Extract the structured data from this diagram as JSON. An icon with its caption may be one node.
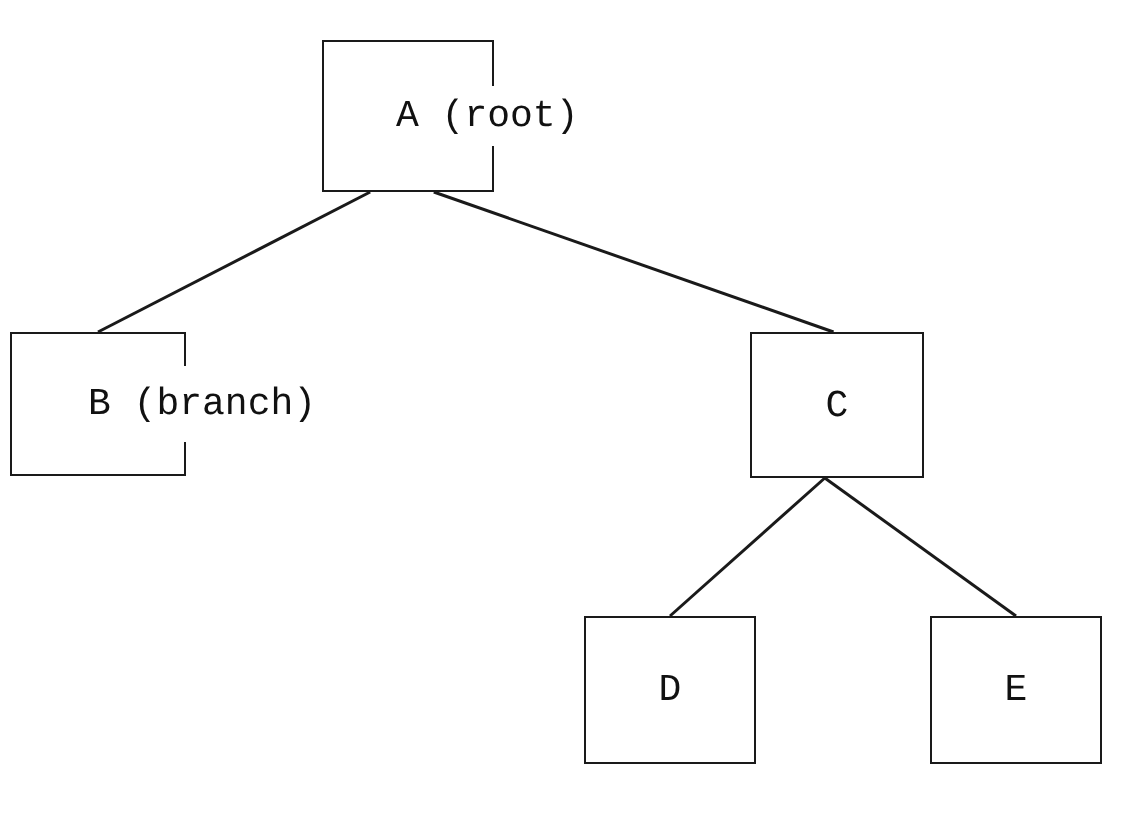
{
  "diagram": {
    "nodes": [
      {
        "text": [
          "A (root)"
        ]
      },
      {
        "text": [
          "B (branch)"
        ]
      },
      {
        "text": [
          "C"
        ]
      },
      {
        "text": [
          "D"
        ]
      },
      {
        "text": [
          "E"
        ]
      }
    ],
    "edges": [
      {
        "from": 0,
        "to": 1,
        "arrow": "none"
      },
      {
        "from": 0,
        "to": 2,
        "arrow": "none"
      },
      {
        "from": 2,
        "to": 3,
        "arrow": "none"
      },
      {
        "from": 2,
        "to": 4,
        "arrow": "none"
      }
    ]
  }
}
